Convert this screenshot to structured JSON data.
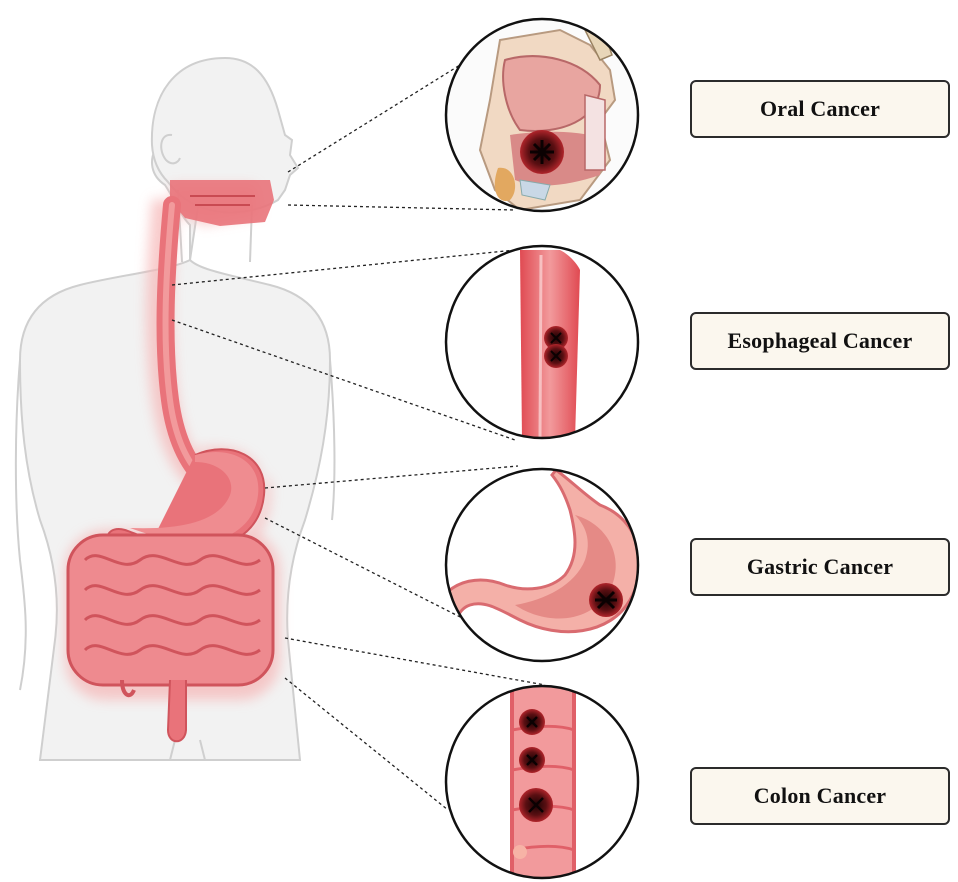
{
  "labels": {
    "oral": "Oral Cancer",
    "esophageal": "Esophageal Cancer",
    "gastric": "Gastric Cancer",
    "colon": "Colon Cancer"
  },
  "colors": {
    "body_fill": "#f2f2f2",
    "body_outline": "#cfcfcf",
    "gi_tract": "#e9737a",
    "gi_glow": "#f6b5b5",
    "tumor": "#5a0f12",
    "label_bg": "#fbf7ee",
    "label_border": "#2b2b2b"
  }
}
